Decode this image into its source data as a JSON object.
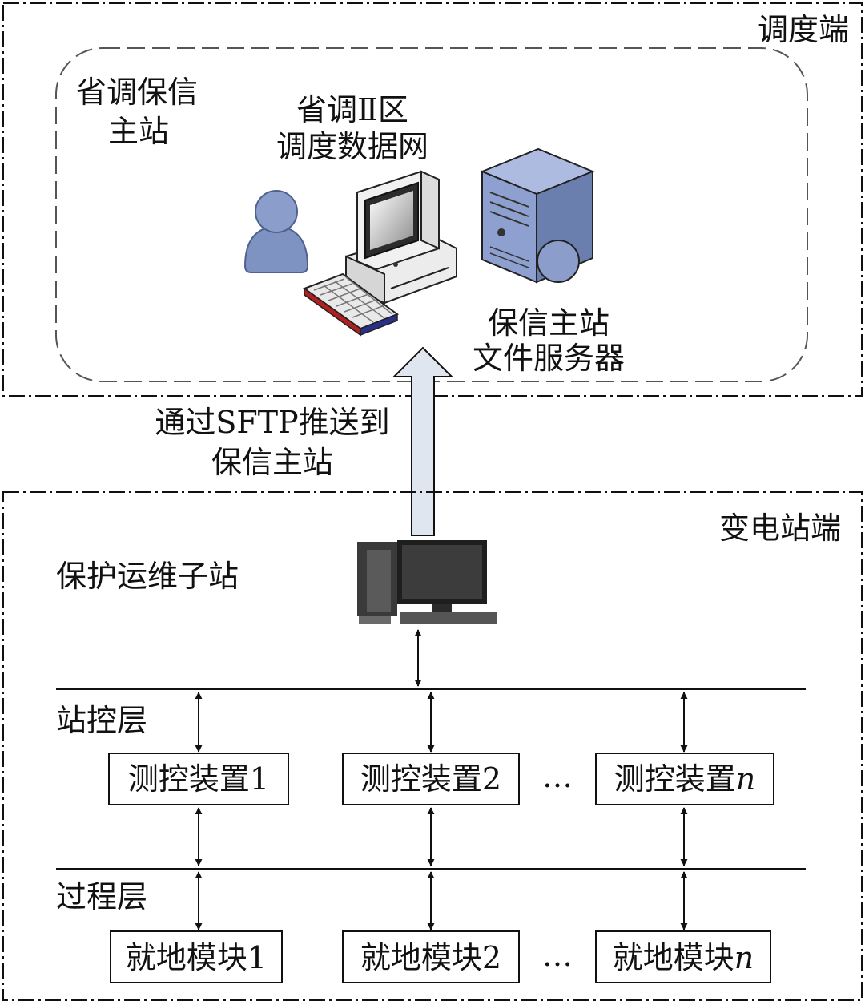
{
  "dispatch_zone": {
    "label": "调度端",
    "master_station": [
      "省调保信",
      "主站"
    ],
    "data_network": [
      "省调Ⅱ区",
      "调度数据网"
    ],
    "file_server": [
      "保信主站",
      "文件服务器"
    ]
  },
  "transfer": {
    "label": [
      "通过SFTP推送到",
      "保信主站"
    ]
  },
  "substation_zone": {
    "label": "变电站端",
    "substation_name": "保护运维子站",
    "station_layer": "站控层",
    "process_layer": "过程层",
    "ellipsis": "…",
    "control_devices": [
      {
        "name": "测控装置",
        "suffix": "1"
      },
      {
        "name": "测控装置",
        "suffix": "2"
      },
      {
        "name": "测控装置",
        "suffix": "n"
      }
    ],
    "local_modules": [
      {
        "name": "就地模块",
        "suffix": "1"
      },
      {
        "name": "就地模块",
        "suffix": "2"
      },
      {
        "name": "就地模块",
        "suffix": "n"
      }
    ]
  },
  "colors": {
    "line": "#111111",
    "arrow_fill": "#dfe6f0",
    "device_blue": "#7f93c2",
    "device_blue_dark": "#4f628e"
  }
}
